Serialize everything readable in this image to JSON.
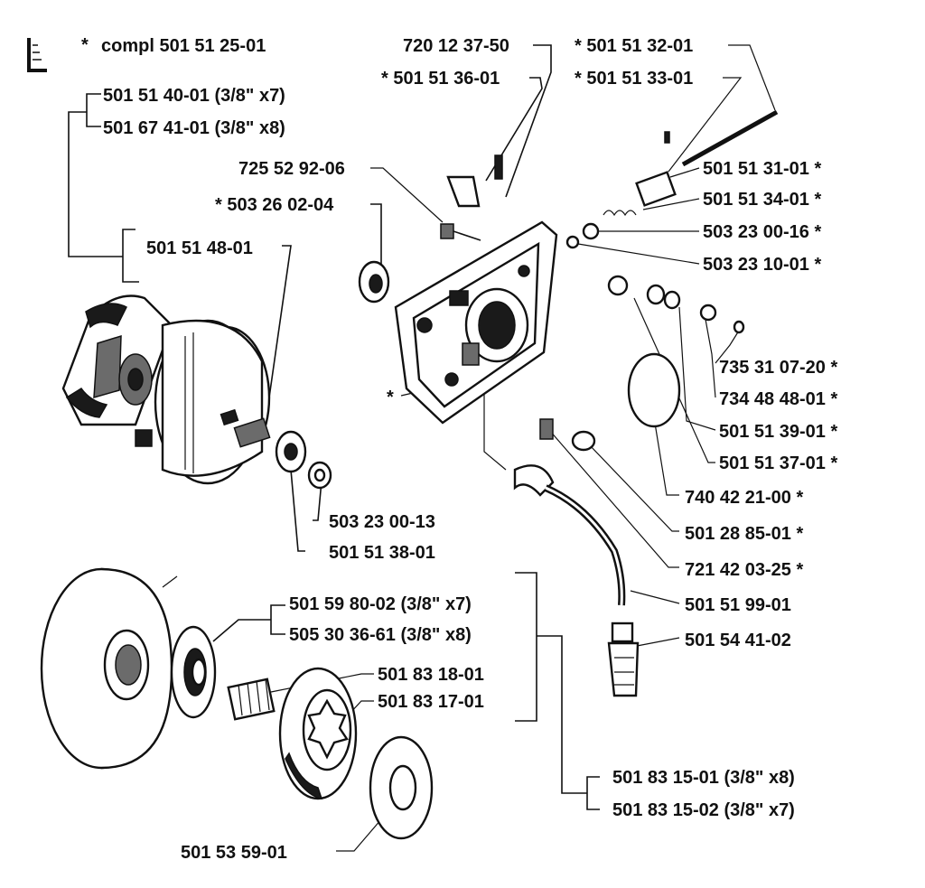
{
  "header": {
    "marker": "*",
    "compl_text": "compl 501 51 25-01"
  },
  "labels": {
    "l_720_12_37_50": "720 12 37-50",
    "l_501_51_36_01": "* 501 51 36-01",
    "l_501_51_32_01": "* 501 51 32-01",
    "l_501_51_33_01": "* 501 51 33-01",
    "l_501_51_40_01": "501 51 40-01 (3/8\" x7)",
    "l_501_67_41_01": "501 67 41-01 (3/8\" x8)",
    "l_725_52_92_06": "725 52 92-06",
    "l_503_26_02_04": "* 503 26 02-04",
    "l_501_51_31_01": "501 51 31-01 *",
    "l_501_51_34_01": "501 51 34-01 *",
    "l_503_23_00_16": "503 23 00-16 *",
    "l_503_23_10_01": "503 23 10-01 *",
    "l_501_51_48_01": "501 51 48-01",
    "l_735_31_07_20": "735 31 07-20 *",
    "l_734_48_48_01": "734 48 48-01 *",
    "l_501_51_39_01": "501 51 39-01 *",
    "l_501_51_37_01": "501 51 37-01 *",
    "l_cover_star": "*",
    "l_740_42_21_00": "740 42 21-00 *",
    "l_501_28_85_01": "501 28 85-01 *",
    "l_721_42_03_25": "721 42 03-25 *",
    "l_501_51_99_01": "501 51 99-01",
    "l_501_54_41_02": "501 54 41-02",
    "l_503_23_00_13": "503 23 00-13",
    "l_501_51_38_01": "501 51 38-01",
    "l_501_59_80_02": "501 59 80-02 (3/8\" x7)",
    "l_505_30_36_61": "505 30 36-61 (3/8\" x8)",
    "l_501_83_18_01": "501 83 18-01",
    "l_501_83_17_01": "501 83 17-01",
    "l_501_83_15_01": "501 83 15-01 (3/8\" x8)",
    "l_501_83_15_02": "501 83 15-02 (3/8\" x7)",
    "l_501_53_59_01": "501 53 59-01"
  }
}
